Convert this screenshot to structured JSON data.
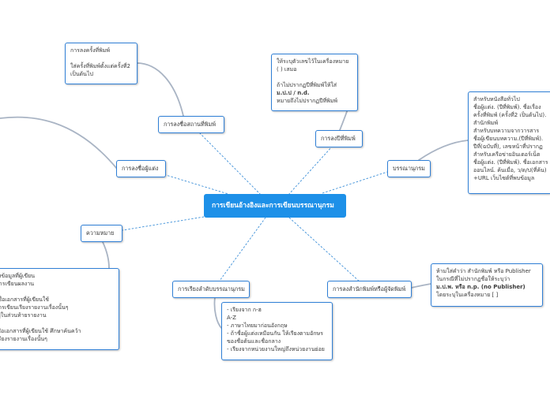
{
  "center": {
    "label": "การเขียนอ้างอิงและการเขียนบรรณานุกรม"
  },
  "branches": {
    "edition": {
      "label": "การลงชื่อสถานที่พิมพ์"
    },
    "author": {
      "label": "การลงชื่อผู้แต่ง"
    },
    "meaning": {
      "label": "ความหมาย"
    },
    "print_year": {
      "label": "การลงปีที่พิมพ์"
    },
    "bibliography": {
      "label": "บรรณานุกรม"
    },
    "ordering": {
      "label": "การเรียงลำดับบรรณานุกรม"
    },
    "publisher": {
      "label": "การลงสำนักพิมพ์หรือผู้จัดพิมพ์"
    }
  },
  "notes": {
    "edition": [
      "การลงครั้งที่พิมพ์",
      "",
      "ใส่ครั้งที่พิมพ์ตั้งแต่ครั้งที่2",
      "เป็นต้นไป"
    ],
    "print_year": [
      "ให้ระบุตัวเลขไว้ในเครื่องหมาย",
      "( ) เสมอ",
      "",
      "ถ้าไม่ปรากฏปีที่พิมพ์ให้ใส่",
      "ม.ป.ป / n.d.",
      "หมายถึงไม่ปรากฏปีที่พิมพ์"
    ],
    "bibliography": [
      "สำหรับหนังสือทั่วไป",
      "   ชื่อผู้แต่ง. (ปีที่พิมพ์). ชื่อเรื่อง",
      "ครั้งที่พิมพ์ (ครั้งที่2 เป็นต้นไป).",
      "สำนักพิมพ์",
      "สำหรับบทความจากวารสาร",
      "   ชื่อผู้เขียนบทความ.(ปีที่พิมพ์).",
      "ปีที่(ฉบับที่),  เลขหน้าที่ปรากฏ",
      "สำหรับเครือข่ายอินเตอร์เน็ต",
      "   ชื่อผู้แต่ง. (ปีที่พิมพ์). ชื่อเอกสาร",
      "ออนไลน์. ค้นเมื่อ, ว/ด/ป(ที่ค้น)",
      "+URL เว็บไซต์ที่พบข้อมูล"
    ],
    "meaning": [
      "แหล่งที่มาของข้อมูลที่ผู้เขียน",
      "ใช้อ้างอิงในการเขียนผลงาน",
      "",
      "บรรณ+ รายชื่อเอกสารที่ผู้เขียนใช้",
      "อ้างอิงไว้ในการเขียนเรียงรายงานเรื่องนั้นๆ",
      "โดยปกติจะอยู่ในส่วนท้ายรายงาน",
      "",
      "นุกรม+ รายชื่อเอกสารที่ผู้เขียนใช้ ศึกษาค้นคว้า",
      "ในการเขียนเรียงรายงานเรื่องนั้นๆ"
    ],
    "ordering": [
      "- เรียงจาก  ก-ฮ",
      "                  A-Z",
      "- ภาษาไทยมาก่อนอังกฤษ",
      "- ถ้าชื่อผู้แต่งเหมือนกัน  ให้เรียงตามอักษร",
      "ของชื่อต้นและชื่อกลาง",
      "- เรียงจากหน่วยงานใหญ่ถึงหน่วยงานย่อย"
    ],
    "publisher": [
      "ห้ามใส่คำว่า สำนักพิมพ์ หรือ Publisher",
      "ในกรณีที่ไม่ปรากฏชื่อให้ระบุว่า",
      "ม.ป.พ. หรือ n.p. (no Publisher)",
      "โดยระบุในเครื่องหมาย [  ]"
    ]
  },
  "colors": {
    "accent": "#1d90e8",
    "border": "#2f7fd6",
    "link_dashed": "#3c8fd8",
    "link_solid": "#a9b4c4"
  }
}
